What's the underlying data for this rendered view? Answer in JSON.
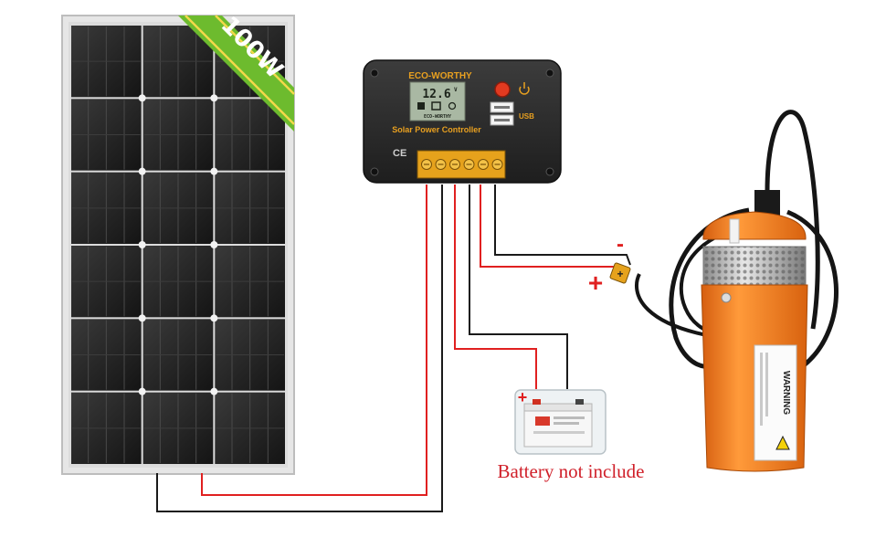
{
  "panel": {
    "power_label": "100W"
  },
  "controller": {
    "brand": "ECO-WORTHY",
    "lcd_brand": "ECO-WORTHY",
    "lcd_reading": "12.6",
    "lcd_unit": "V",
    "title": "Solar Power Controller",
    "ce_mark": "CE",
    "usb_label": "USB"
  },
  "pump": {
    "warning_label": "WARNING"
  },
  "battery": {
    "caption": "Battery not include"
  },
  "polarity": {
    "plus": "+",
    "minus": "-"
  },
  "colors": {
    "positive_wire": "#e02020",
    "negative_wire": "#1a1a1a",
    "accent_green": "#6dbb2e",
    "pump_orange": "#f07a1a"
  }
}
